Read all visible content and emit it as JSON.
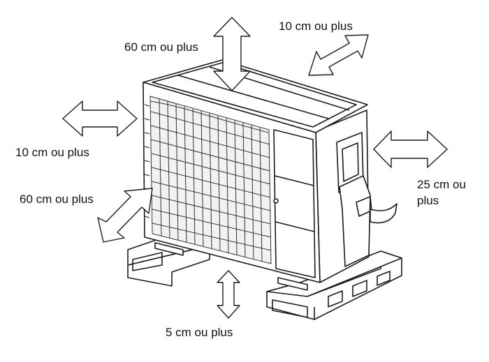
{
  "labels": {
    "top": "60 cm ou plus",
    "rear": "10 cm ou plus",
    "left": "10 cm ou plus",
    "front": "60 cm ou plus",
    "right_line1": "25 cm ou",
    "right_line2": "plus",
    "bottom": "5 cm ou plus"
  },
  "colors": {
    "line": "#1a1a1a",
    "fill": "#ffffff",
    "grille": "#333333"
  }
}
